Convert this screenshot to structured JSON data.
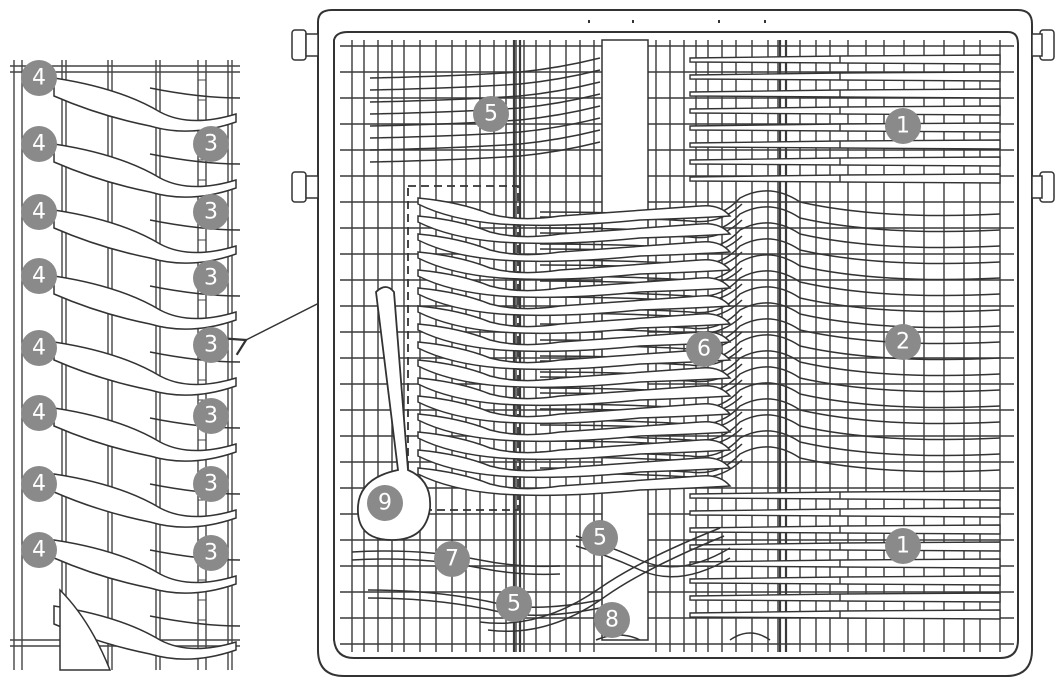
{
  "diagram": {
    "description_labels": [],
    "colors": {
      "line": "#333333",
      "utensil_fill": "#ffffff",
      "callout": "#8a8a8a",
      "callout_text": "#ffffff"
    },
    "callouts": [
      {
        "id": "c-left-4a",
        "label": "4"
      },
      {
        "id": "c-left-4b",
        "label": "4"
      },
      {
        "id": "c-left-4c",
        "label": "4"
      },
      {
        "id": "c-left-4d",
        "label": "4"
      },
      {
        "id": "c-left-4e",
        "label": "4"
      },
      {
        "id": "c-left-4f",
        "label": "4"
      },
      {
        "id": "c-left-4g",
        "label": "4"
      },
      {
        "id": "c-left-4h",
        "label": "4"
      },
      {
        "id": "c-left-3a",
        "label": "3"
      },
      {
        "id": "c-left-3b",
        "label": "3"
      },
      {
        "id": "c-left-3c",
        "label": "3"
      },
      {
        "id": "c-left-3d",
        "label": "3"
      },
      {
        "id": "c-left-3e",
        "label": "3"
      },
      {
        "id": "c-left-3f",
        "label": "3"
      },
      {
        "id": "c-left-3g",
        "label": "3"
      },
      {
        "id": "c-main-1-top",
        "label": "1"
      },
      {
        "id": "c-main-1-bottom",
        "label": "1"
      },
      {
        "id": "c-main-2",
        "label": "2"
      },
      {
        "id": "c-main-5-top",
        "label": "5"
      },
      {
        "id": "c-main-5-mid",
        "label": "5"
      },
      {
        "id": "c-main-5-bottom",
        "label": "5"
      },
      {
        "id": "c-main-6",
        "label": "6"
      },
      {
        "id": "c-main-7",
        "label": "7"
      },
      {
        "id": "c-main-8",
        "label": "8"
      },
      {
        "id": "c-main-9",
        "label": "9"
      }
    ]
  }
}
